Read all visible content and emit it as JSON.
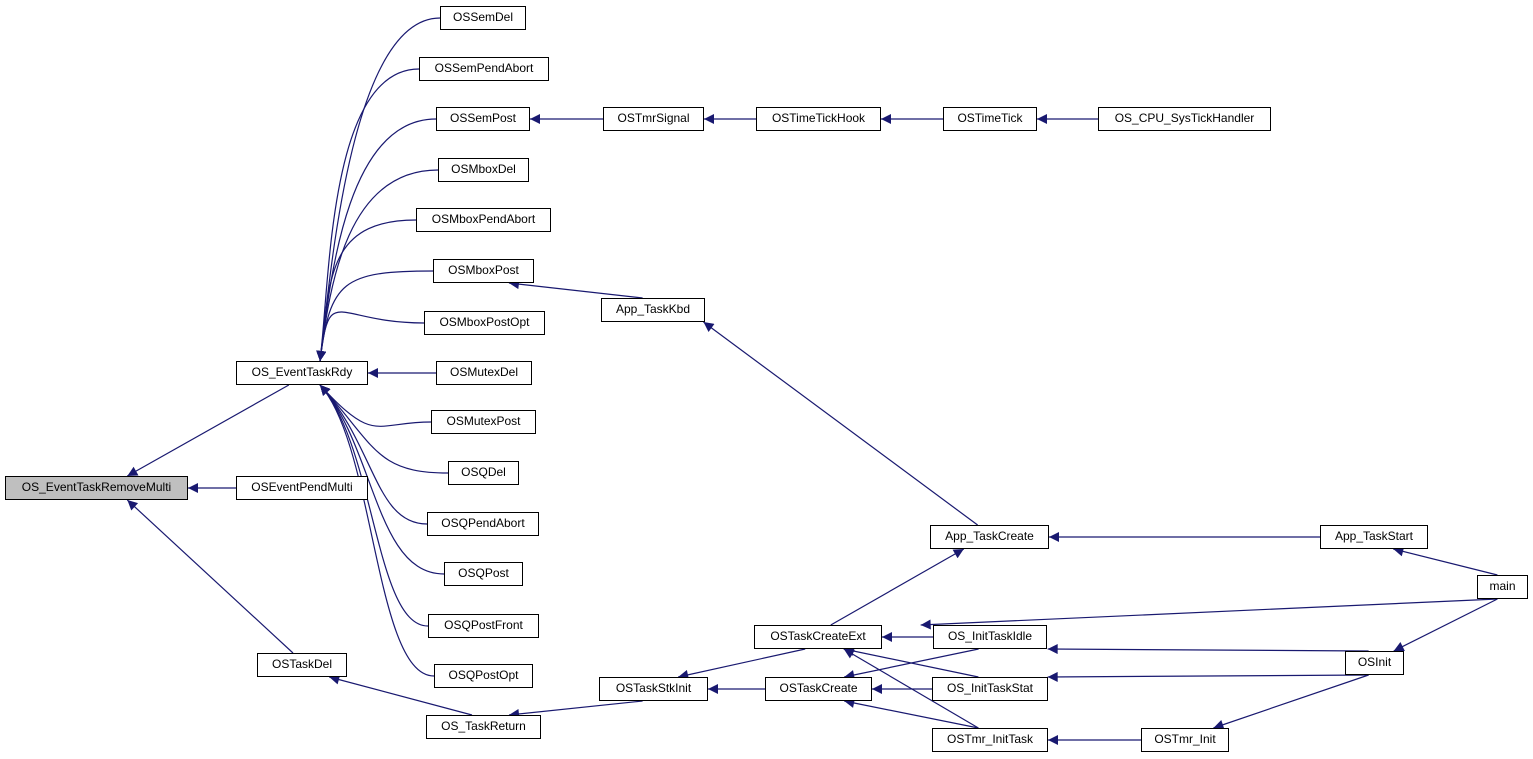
{
  "graph": {
    "root": "OS_EventTaskRemoveMulti",
    "colors": {
      "edge": "#191970",
      "node_border": "#000000",
      "root_fill": "#bfbfbf",
      "node_fill": "#ffffff"
    },
    "nodes": [
      {
        "id": "OS_EventTaskRemoveMulti",
        "label": "OS_EventTaskRemoveMulti"
      },
      {
        "id": "OS_EventTaskRdy",
        "label": "OS_EventTaskRdy"
      },
      {
        "id": "OSEventPendMulti",
        "label": "OSEventPendMulti"
      },
      {
        "id": "OSTaskDel",
        "label": "OSTaskDel"
      },
      {
        "id": "OSSemDel",
        "label": "OSSemDel"
      },
      {
        "id": "OSSemPendAbort",
        "label": "OSSemPendAbort"
      },
      {
        "id": "OSSemPost",
        "label": "OSSemPost"
      },
      {
        "id": "OSMboxDel",
        "label": "OSMboxDel"
      },
      {
        "id": "OSMboxPendAbort",
        "label": "OSMboxPendAbort"
      },
      {
        "id": "OSMboxPost",
        "label": "OSMboxPost"
      },
      {
        "id": "OSMboxPostOpt",
        "label": "OSMboxPostOpt"
      },
      {
        "id": "OSMutexDel",
        "label": "OSMutexDel"
      },
      {
        "id": "OSMutexPost",
        "label": "OSMutexPost"
      },
      {
        "id": "OSQDel",
        "label": "OSQDel"
      },
      {
        "id": "OSQPendAbort",
        "label": "OSQPendAbort"
      },
      {
        "id": "OSQPost",
        "label": "OSQPost"
      },
      {
        "id": "OSQPostFront",
        "label": "OSQPostFront"
      },
      {
        "id": "OSQPostOpt",
        "label": "OSQPostOpt"
      },
      {
        "id": "OS_TaskReturn",
        "label": "OS_TaskReturn"
      },
      {
        "id": "OSTmrSignal",
        "label": "OSTmrSignal"
      },
      {
        "id": "OSTimeTickHook",
        "label": "OSTimeTickHook"
      },
      {
        "id": "OSTimeTick",
        "label": "OSTimeTick"
      },
      {
        "id": "OS_CPU_SysTickHandler",
        "label": "OS_CPU_SysTickHandler"
      },
      {
        "id": "App_TaskKbd",
        "label": "App_TaskKbd"
      },
      {
        "id": "OSTaskStkInit",
        "label": "OSTaskStkInit"
      },
      {
        "id": "App_TaskCreate",
        "label": "App_TaskCreate"
      },
      {
        "id": "OSTaskCreateExt",
        "label": "OSTaskCreateExt"
      },
      {
        "id": "OSTaskCreate",
        "label": "OSTaskCreate"
      },
      {
        "id": "OS_InitTaskIdle",
        "label": "OS_InitTaskIdle"
      },
      {
        "id": "OS_InitTaskStat",
        "label": "OS_InitTaskStat"
      },
      {
        "id": "OSTmr_InitTask",
        "label": "OSTmr_InitTask"
      },
      {
        "id": "OSTmr_Init",
        "label": "OSTmr_Init"
      },
      {
        "id": "App_TaskStart",
        "label": "App_TaskStart"
      },
      {
        "id": "OSInit",
        "label": "OSInit"
      },
      {
        "id": "main",
        "label": "main"
      }
    ],
    "edges": [
      {
        "from": "OS_EventTaskRdy",
        "to": "OS_EventTaskRemoveMulti"
      },
      {
        "from": "OSEventPendMulti",
        "to": "OS_EventTaskRemoveMulti"
      },
      {
        "from": "OSTaskDel",
        "to": "OS_EventTaskRemoveMulti"
      },
      {
        "from": "OSSemDel",
        "to": "OS_EventTaskRdy"
      },
      {
        "from": "OSSemPendAbort",
        "to": "OS_EventTaskRdy"
      },
      {
        "from": "OSSemPost",
        "to": "OS_EventTaskRdy"
      },
      {
        "from": "OSMboxDel",
        "to": "OS_EventTaskRdy"
      },
      {
        "from": "OSMboxPendAbort",
        "to": "OS_EventTaskRdy"
      },
      {
        "from": "OSMboxPost",
        "to": "OS_EventTaskRdy"
      },
      {
        "from": "OSMboxPostOpt",
        "to": "OS_EventTaskRdy"
      },
      {
        "from": "OSMutexDel",
        "to": "OS_EventTaskRdy"
      },
      {
        "from": "OSMutexPost",
        "to": "OS_EventTaskRdy"
      },
      {
        "from": "OSQDel",
        "to": "OS_EventTaskRdy"
      },
      {
        "from": "OSQPendAbort",
        "to": "OS_EventTaskRdy"
      },
      {
        "from": "OSQPost",
        "to": "OS_EventTaskRdy"
      },
      {
        "from": "OSQPostFront",
        "to": "OS_EventTaskRdy"
      },
      {
        "from": "OSQPostOpt",
        "to": "OS_EventTaskRdy"
      },
      {
        "from": "OS_TaskReturn",
        "to": "OSTaskDel"
      },
      {
        "from": "OSTmrSignal",
        "to": "OSSemPost"
      },
      {
        "from": "OSTimeTickHook",
        "to": "OSTmrSignal"
      },
      {
        "from": "OSTimeTick",
        "to": "OSTimeTickHook"
      },
      {
        "from": "OS_CPU_SysTickHandler",
        "to": "OSTimeTick"
      },
      {
        "from": "App_TaskKbd",
        "to": "OSMboxPost"
      },
      {
        "from": "OSTaskStkInit",
        "to": "OS_TaskReturn"
      },
      {
        "from": "App_TaskCreate",
        "to": "App_TaskKbd"
      },
      {
        "from": "OSTaskCreateExt",
        "to": "OSTaskStkInit"
      },
      {
        "from": "OSTaskCreate",
        "to": "OSTaskStkInit"
      },
      {
        "from": "App_TaskStart",
        "to": "App_TaskCreate"
      },
      {
        "from": "OSTaskCreateExt",
        "to": "App_TaskCreate"
      },
      {
        "from": "main",
        "to": "OSTaskCreateExt"
      },
      {
        "from": "OS_InitTaskIdle",
        "to": "OSTaskCreateExt"
      },
      {
        "from": "OS_InitTaskStat",
        "to": "OSTaskCreateExt"
      },
      {
        "from": "OSTmr_InitTask",
        "to": "OSTaskCreateExt"
      },
      {
        "from": "OS_InitTaskIdle",
        "to": "OSTaskCreate"
      },
      {
        "from": "OS_InitTaskStat",
        "to": "OSTaskCreate"
      },
      {
        "from": "OSTmr_InitTask",
        "to": "OSTaskCreate"
      },
      {
        "from": "OSInit",
        "to": "OS_InitTaskIdle"
      },
      {
        "from": "OSInit",
        "to": "OS_InitTaskStat"
      },
      {
        "from": "OSTmr_Init",
        "to": "OSTmr_InitTask"
      },
      {
        "from": "OSInit",
        "to": "OSTmr_Init"
      },
      {
        "from": "main",
        "to": "App_TaskStart"
      },
      {
        "from": "main",
        "to": "OSInit"
      }
    ]
  }
}
